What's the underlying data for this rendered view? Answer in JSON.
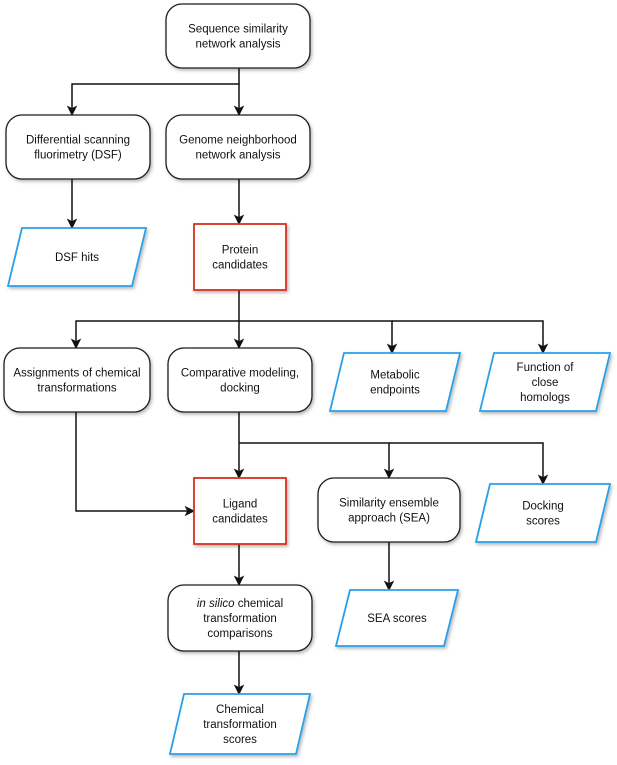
{
  "colors": {
    "process_border": "#1a1a1a",
    "candidate_border": "#d6301e",
    "output_border": "#2aa0e8",
    "arrow": "#111111"
  },
  "nodes": [
    {
      "id": "ssn",
      "kind": "process",
      "lines": [
        "Sequence similarity",
        "network analysis"
      ]
    },
    {
      "id": "dsf",
      "kind": "process",
      "lines": [
        "Differential scanning",
        "fluorimetry (DSF)"
      ]
    },
    {
      "id": "gnn",
      "kind": "process",
      "lines": [
        "Genome neighborhood",
        "network analysis"
      ]
    },
    {
      "id": "dsfhits",
      "kind": "output",
      "lines": [
        "DSF hits"
      ]
    },
    {
      "id": "protein",
      "kind": "candidate",
      "lines": [
        "Protein",
        "candidates"
      ]
    },
    {
      "id": "assign",
      "kind": "process",
      "lines": [
        "Assignments of chemical",
        "transformations"
      ]
    },
    {
      "id": "compmod",
      "kind": "process",
      "lines": [
        "Comparative modeling,",
        "docking"
      ]
    },
    {
      "id": "metab",
      "kind": "output",
      "lines": [
        "Metabolic",
        "endpoints"
      ]
    },
    {
      "id": "func",
      "kind": "output",
      "lines": [
        "Function of",
        "close",
        "homologs"
      ]
    },
    {
      "id": "ligand",
      "kind": "candidate",
      "lines": [
        "Ligand",
        "candidates"
      ]
    },
    {
      "id": "sea",
      "kind": "process",
      "lines": [
        "Similarity ensemble",
        "approach (SEA)"
      ]
    },
    {
      "id": "dock",
      "kind": "output",
      "lines": [
        "Docking",
        "scores"
      ]
    },
    {
      "id": "insilico",
      "kind": "process",
      "lines": [
        "in silico chemical",
        "transformation",
        "comparisons"
      ],
      "italic_prefix": "in silico"
    },
    {
      "id": "seascores",
      "kind": "output",
      "lines": [
        "SEA scores"
      ]
    },
    {
      "id": "chem",
      "kind": "output",
      "lines": [
        "Chemical",
        "transformation",
        "scores"
      ]
    }
  ],
  "edges": [
    {
      "from": "ssn",
      "to": "dsf"
    },
    {
      "from": "ssn",
      "to": "gnn"
    },
    {
      "from": "dsf",
      "to": "dsfhits"
    },
    {
      "from": "gnn",
      "to": "protein"
    },
    {
      "from": "protein",
      "to": "assign"
    },
    {
      "from": "protein",
      "to": "compmod"
    },
    {
      "from": "protein",
      "to": "metab"
    },
    {
      "from": "protein",
      "to": "func"
    },
    {
      "from": "compmod",
      "to": "ligand"
    },
    {
      "from": "compmod",
      "to": "sea"
    },
    {
      "from": "compmod",
      "to": "dock"
    },
    {
      "from": "assign",
      "to": "ligand"
    },
    {
      "from": "sea",
      "to": "seascores"
    },
    {
      "from": "ligand",
      "to": "insilico"
    },
    {
      "from": "insilico",
      "to": "chem"
    }
  ]
}
